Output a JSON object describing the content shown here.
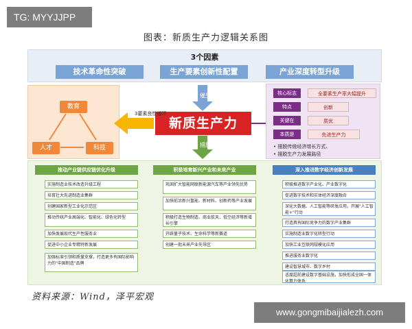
{
  "watermark_top": "TG: MYYJJPP",
  "figure_title": "图表：新质生产力逻辑关系图",
  "header": {
    "title": "3个因素",
    "factors": [
      "技术革命性突破",
      "生产要素创新性配置",
      "产业深度转型升级"
    ]
  },
  "left_panel": {
    "nodes": [
      "教育",
      "人才",
      "科技"
    ],
    "arrow_label": "3要素良性循环"
  },
  "center": {
    "title": "新质生产力",
    "arrow_up_label": "催生",
    "arrow_down_label": "措施"
  },
  "right_panel": {
    "rows": [
      {
        "label": "核心标志",
        "text": "全要素生产率大幅提升"
      },
      {
        "label": "特点",
        "text": "创新"
      },
      {
        "label": "关键在",
        "text": "质优"
      },
      {
        "label": "本质是",
        "text": "先进生产力"
      }
    ],
    "notes": [
      "• 摆脱传统经济增长方式、",
      "• 摆脱生产力发展路径"
    ]
  },
  "columns": [
    {
      "header": "推动产业链供应链优化升级",
      "items": [
        "实施制造业技术改造升级工程",
        "培育壮大先进制造业集群",
        "创建国家新型工业化示范区",
        "推动传统产业高端化、智能化、绿色化转型",
        "加快发展现代生产性服务业",
        "促进中小企业专精特新发展",
        "加强标准引领和质量支撑，打造更多有国际影响力的\"中国制造\"品牌"
      ]
    },
    {
      "header": "积极培育新兴产业和未来产业",
      "items": [
        "巩固扩大智能网联新能源汽车等产业领先优势",
        "加快前沿新兴氢能、新材料、创新药等产业发展",
        "积极打造生物制造、商业航天、低空经济等新增长引擎",
        "开辟量子技术、生命科学等新赛道",
        "创建一批未来产业先导区"
      ]
    },
    {
      "header": "深入推进数字经济创新发展",
      "items": [
        "积极推进数字产业化、产业数字化",
        "促进数字技术和实体经济深度融合",
        "深化大数据、人工智能等研发应用，开展\"人工智能+\"行动",
        "打造具有国际竞争力的数字产业集群",
        "实施制造业数字化转型行动",
        "加快工业互联网规模化应用",
        "推进服务业数字化",
        "建设智慧城市、数字乡村",
        "适度超前建设数字基础设施，加快形成全国一体化算力体系"
      ]
    }
  ],
  "source": "资料来源：Wind，泽平宏观",
  "watermark_bottom": "www.gongmibaijialezh.com",
  "colors": {
    "red": "#d72323",
    "orange": "#f0883a",
    "green": "#6ea544",
    "blue": "#4a7fc1",
    "purple": "#7b2e86"
  }
}
